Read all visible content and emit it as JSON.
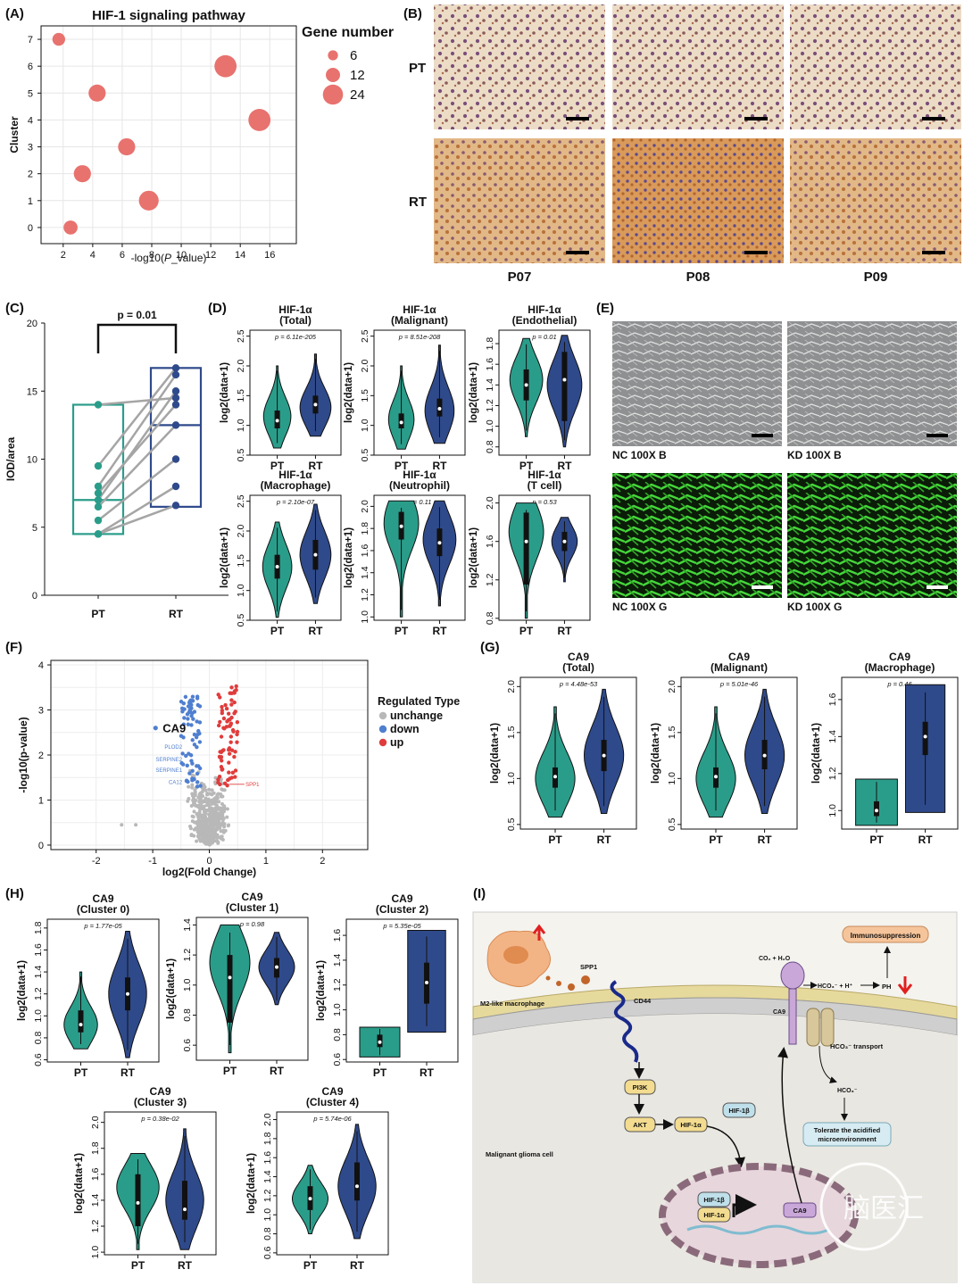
{
  "colors": {
    "pt": "#2a9d8a",
    "rt": "#2f4a8b",
    "bubble": "#e8726e",
    "down": "#4f7fcf",
    "up": "#e03c3c",
    "unchange": "#b8b8b8",
    "grid": "#e6e6e6"
  },
  "panels": {
    "A": {
      "label": "(A)",
      "chart_data": {
        "type": "scatter",
        "title": "HIF-1 signaling pathway",
        "xlabel_pre": "-log10(",
        "xlabel_italic": "P",
        "xlabel_post": "_value)",
        "ylabel": "Cluster",
        "xlim": [
          0.5,
          17.8
        ],
        "ylim": [
          -0.6,
          7.5
        ],
        "xticks": [
          2,
          4,
          6,
          8,
          10,
          12,
          14,
          16
        ],
        "yticks": [
          0,
          1,
          2,
          3,
          4,
          5,
          6,
          7
        ],
        "points": [
          {
            "x": 2.5,
            "y": 0,
            "size": 6
          },
          {
            "x": 7.8,
            "y": 1,
            "size": 12
          },
          {
            "x": 3.3,
            "y": 2,
            "size": 9
          },
          {
            "x": 6.3,
            "y": 3,
            "size": 9
          },
          {
            "x": 15.3,
            "y": 4,
            "size": 15
          },
          {
            "x": 4.3,
            "y": 5,
            "size": 9
          },
          {
            "x": 13.0,
            "y": 6,
            "size": 15
          },
          {
            "x": 1.7,
            "y": 7,
            "size": 5
          }
        ],
        "legend_title": "Gene number",
        "legend": [
          6,
          12,
          24
        ]
      }
    },
    "B": {
      "label": "(B)",
      "rows": [
        "PT",
        "RT"
      ],
      "cols": [
        "P07",
        "P08",
        "P09"
      ]
    },
    "C": {
      "label": "(C)",
      "chart_data": {
        "type": "box",
        "ylabel": "IOD/area",
        "categories": [
          "PT",
          "RT"
        ],
        "ylim": [
          0,
          20
        ],
        "yticks": [
          0,
          5,
          10,
          15,
          20
        ],
        "pvalue": "p = 0.01",
        "box": {
          "PT": [
            4.5,
            7.0,
            14.0
          ],
          "RT": [
            6.5,
            12.5,
            16.7
          ]
        },
        "pairs": [
          [
            4.5,
            8.0
          ],
          [
            4.5,
            6.6
          ],
          [
            5.5,
            10.0
          ],
          [
            6.5,
            12.5
          ],
          [
            7.0,
            15.0
          ],
          [
            7.5,
            14.0
          ],
          [
            8.0,
            16.2
          ],
          [
            9.5,
            16.7
          ],
          [
            14.0,
            14.5
          ]
        ]
      }
    },
    "D": {
      "label": "(D)",
      "ylabel": "log2(data+1)",
      "xcats": [
        "PT",
        "RT"
      ],
      "chart_data": [
        {
          "type": "violin",
          "title1": "HIF-1α",
          "title2": "(Total)",
          "p": "p = 6.11e-205",
          "ylim": [
            0.5,
            2.6
          ],
          "yticks": [
            0.5,
            1.0,
            1.5,
            2.0,
            2.5
          ],
          "pt": {
            "min": 0.62,
            "max": 2.0,
            "q1": 0.95,
            "med": 1.08,
            "q3": 1.25,
            "peak": 1.15,
            "w": 0.75
          },
          "rt": {
            "min": 0.82,
            "max": 2.2,
            "q1": 1.2,
            "med": 1.35,
            "q3": 1.5,
            "peak": 1.3,
            "w": 0.85
          }
        },
        {
          "type": "violin",
          "title1": "HIF-1α",
          "title2": "(Malignant)",
          "p": "p = 8.51e-208",
          "ylim": [
            0.5,
            2.6
          ],
          "yticks": [
            0.5,
            1.0,
            1.5,
            2.0,
            2.5
          ],
          "pt": {
            "min": 0.6,
            "max": 2.0,
            "q1": 0.95,
            "med": 1.05,
            "q3": 1.2,
            "peak": 1.1,
            "w": 0.7
          },
          "rt": {
            "min": 0.7,
            "max": 2.35,
            "q1": 1.15,
            "med": 1.28,
            "q3": 1.45,
            "peak": 1.25,
            "w": 0.8
          }
        },
        {
          "type": "violin",
          "title1": "HIF-1α",
          "title2": "(Endothelial)",
          "p": "p = 0.01",
          "ylim": [
            0.72,
            1.93
          ],
          "yticks": [
            0.8,
            1.0,
            1.2,
            1.4,
            1.6,
            1.8
          ],
          "pt": {
            "min": 0.9,
            "max": 1.85,
            "q1": 1.25,
            "med": 1.4,
            "q3": 1.55,
            "peak": 1.45,
            "w": 0.9
          },
          "rt": {
            "min": 0.8,
            "max": 1.88,
            "q1": 1.05,
            "med": 1.45,
            "q3": 1.72,
            "peak": 1.4,
            "w": 0.95
          }
        },
        {
          "type": "violin",
          "title1": "HIF-1α",
          "title2": "(Macrophage)",
          "p": "p = 2.10e-07",
          "ylim": [
            0.5,
            2.6
          ],
          "yticks": [
            0.5,
            1.0,
            1.5,
            2.0,
            2.5
          ],
          "pt": {
            "min": 0.55,
            "max": 2.15,
            "q1": 1.2,
            "med": 1.4,
            "q3": 1.6,
            "peak": 1.4,
            "w": 0.8
          },
          "rt": {
            "min": 0.78,
            "max": 2.45,
            "q1": 1.35,
            "med": 1.6,
            "q3": 1.85,
            "peak": 1.6,
            "w": 0.85
          }
        },
        {
          "type": "violin",
          "title1": "HIF-1α",
          "title2": "(Neutrophil)",
          "p": "p = 0.11",
          "ylim": [
            0.97,
            2.1
          ],
          "yticks": [
            1.0,
            1.2,
            1.4,
            1.6,
            1.8,
            2.0
          ],
          "pt": {
            "min": 1.0,
            "max": 2.05,
            "q1": 1.7,
            "med": 1.82,
            "q3": 1.95,
            "peak": 1.85,
            "w": 0.95
          },
          "rt": {
            "min": 1.1,
            "max": 2.05,
            "q1": 1.55,
            "med": 1.67,
            "q3": 1.8,
            "peak": 1.7,
            "w": 0.9
          }
        },
        {
          "type": "violin",
          "title1": "HIF-1α",
          "title2": "(T cell)",
          "p": "p = 0.53",
          "ylim": [
            0.78,
            2.08
          ],
          "yticks": [
            0.8,
            1.2,
            1.6,
            2.0
          ],
          "pt": {
            "min": 0.8,
            "max": 2.0,
            "q1": 1.15,
            "med": 1.6,
            "q3": 1.9,
            "peak": 1.7,
            "w": 0.95
          },
          "rt": {
            "min": 1.18,
            "max": 1.85,
            "q1": 1.5,
            "med": 1.6,
            "q3": 1.7,
            "peak": 1.6,
            "w": 0.7
          }
        }
      ]
    },
    "E": {
      "label": "(E)",
      "captions": [
        "NC 100X B",
        "KD 100X B",
        "NC 100X G",
        "KD 100X G"
      ]
    },
    "F": {
      "label": "(F)",
      "chart_data": {
        "type": "scatter",
        "xlabel": "log2(Fold Change)",
        "ylabel": "-log10(p-value)",
        "xlim": [
          -2.8,
          2.8
        ],
        "ylim": [
          -0.1,
          4.1
        ],
        "xticks": [
          -2,
          -1,
          0,
          1,
          2
        ],
        "yticks": [
          0,
          1,
          2,
          3,
          4
        ],
        "highlight": "CA9",
        "gene_labels_left": [
          "CA9",
          "PLOD2",
          "SERPINE2",
          "SERPINE1",
          "CA12"
        ],
        "gene_labels_right": [
          "SPP1"
        ],
        "legend_title": "Regulated Type",
        "legend": [
          "unchange",
          "down",
          "up"
        ]
      }
    },
    "G": {
      "label": "(G)",
      "ylabel": "log2(data+1)",
      "xcats": [
        "PT",
        "RT"
      ],
      "chart_data": [
        {
          "type": "violin",
          "title1": "CA9",
          "title2": "(Total)",
          "p": "p = 4.48e-53",
          "ylim": [
            0.45,
            2.1
          ],
          "yticks": [
            0.5,
            1.0,
            1.5,
            2.0
          ],
          "pt": {
            "min": 0.58,
            "max": 1.78,
            "q1": 0.9,
            "med": 1.02,
            "q3": 1.12,
            "peak": 1.0,
            "w": 0.85
          },
          "rt": {
            "min": 0.62,
            "max": 1.97,
            "q1": 1.08,
            "med": 1.25,
            "q3": 1.42,
            "peak": 1.25,
            "w": 0.85
          }
        },
        {
          "type": "violin",
          "title1": "CA9",
          "title2": "(Malignant)",
          "p": "p = 5.01e-46",
          "ylim": [
            0.45,
            2.1
          ],
          "yticks": [
            0.5,
            1.0,
            1.5,
            2.0
          ],
          "pt": {
            "min": 0.58,
            "max": 1.78,
            "q1": 0.9,
            "med": 1.02,
            "q3": 1.12,
            "peak": 1.0,
            "w": 0.85
          },
          "rt": {
            "min": 0.62,
            "max": 1.97,
            "q1": 1.1,
            "med": 1.25,
            "q3": 1.42,
            "peak": 1.25,
            "w": 0.85
          }
        },
        {
          "type": "violin",
          "title1": "CA9",
          "title2": "(Macrophage)",
          "p": "p = 0.46",
          "ylim": [
            0.9,
            1.72
          ],
          "yticks": [
            1.0,
            1.2,
            1.4,
            1.6
          ],
          "box": true,
          "pt": {
            "min": 0.92,
            "max": 1.17,
            "q1": 0.97,
            "med": 1.0,
            "q3": 1.05,
            "peak": 1.0,
            "w": 0.9
          },
          "rt": {
            "min": 0.99,
            "max": 1.68,
            "q1": 1.3,
            "med": 1.4,
            "q3": 1.48,
            "peak": 1.45,
            "w": 0.85
          }
        }
      ]
    },
    "H": {
      "label": "(H)",
      "ylabel": "log2(data+1)",
      "xcats": [
        "PT",
        "RT"
      ],
      "chart_data": [
        {
          "type": "violin",
          "title1": "CA9",
          "title2": "(Cluster 0)",
          "p": "p = 1.77e-05",
          "ylim": [
            0.58,
            1.88
          ],
          "yticks": [
            0.6,
            0.8,
            1.0,
            1.2,
            1.4,
            1.6,
            1.8
          ],
          "pt": {
            "min": 0.7,
            "max": 1.4,
            "q1": 0.85,
            "med": 0.92,
            "q3": 1.05,
            "peak": 0.92,
            "w": 0.75
          },
          "rt": {
            "min": 0.62,
            "max": 1.77,
            "q1": 1.05,
            "med": 1.2,
            "q3": 1.35,
            "peak": 1.2,
            "w": 0.85
          }
        },
        {
          "type": "violin",
          "title1": "CA9",
          "title2": "(Cluster 1)",
          "p": "p = 0.98",
          "ylim": [
            0.5,
            1.45
          ],
          "yticks": [
            0.6,
            0.8,
            1.0,
            1.2,
            1.4
          ],
          "pt": {
            "min": 0.55,
            "max": 1.4,
            "q1": 0.75,
            "med": 1.05,
            "q3": 1.2,
            "peak": 1.15,
            "w": 0.9
          },
          "rt": {
            "min": 0.87,
            "max": 1.35,
            "q1": 1.05,
            "med": 1.12,
            "q3": 1.18,
            "peak": 1.12,
            "w": 0.8
          }
        },
        {
          "type": "violin",
          "title1": "CA9",
          "title2": "(Cluster 2)",
          "p": "p = 5.35e-05",
          "ylim": [
            0.58,
            1.73
          ],
          "yticks": [
            0.6,
            0.8,
            1.0,
            1.2,
            1.4,
            1.6
          ],
          "box": true,
          "pt": {
            "min": 0.62,
            "max": 0.86,
            "q1": 0.7,
            "med": 0.74,
            "q3": 0.8,
            "peak": 0.74,
            "w": 0.9
          },
          "rt": {
            "min": 0.82,
            "max": 1.64,
            "q1": 1.05,
            "med": 1.22,
            "q3": 1.38,
            "peak": 1.3,
            "w": 0.85
          }
        },
        {
          "type": "violin",
          "title1": "CA9",
          "title2": "(Cluster 3)",
          "p": "p = 0.38e-02",
          "ylim": [
            0.98,
            2.08
          ],
          "yticks": [
            1.0,
            1.2,
            1.4,
            1.6,
            1.8,
            2.0
          ],
          "pt": {
            "min": 1.02,
            "max": 1.76,
            "q1": 1.2,
            "med": 1.38,
            "q3": 1.6,
            "peak": 1.5,
            "w": 0.95
          },
          "rt": {
            "min": 1.02,
            "max": 1.95,
            "q1": 1.25,
            "med": 1.33,
            "q3": 1.55,
            "peak": 1.4,
            "w": 0.85
          }
        },
        {
          "type": "violin",
          "title1": "CA9",
          "title2": "(Cluster 4)",
          "p": "p = 5.74e-06",
          "ylim": [
            0.58,
            2.08
          ],
          "yticks": [
            0.6,
            0.8,
            1.0,
            1.2,
            1.4,
            1.6,
            1.8,
            2.0
          ],
          "pt": {
            "min": 0.8,
            "max": 1.52,
            "q1": 1.05,
            "med": 1.17,
            "q3": 1.3,
            "peak": 1.17,
            "w": 0.8
          },
          "rt": {
            "min": 0.75,
            "max": 1.95,
            "q1": 1.15,
            "med": 1.3,
            "q3": 1.55,
            "peak": 1.3,
            "w": 0.85
          }
        }
      ]
    },
    "I": {
      "label": "(I)",
      "texts": {
        "macrophage": "M2-like macrophage",
        "spp1": "SPP1",
        "cd44": "CD44",
        "pi3k": "PI3K",
        "akt": "AKT",
        "hif1a": "HIF-1α",
        "hif1b": "HIF-1β",
        "ca9": "CA9",
        "immuno": "Immunosuppression",
        "co2": "CO₂ + H₂O",
        "hco3h": "HCO₃⁻ + H⁺",
        "ph": "PH",
        "hco3t": "HCO₃⁻ transport",
        "hco3": "HCO₃⁻",
        "tolerate1": "Tolerate the acidified",
        "tolerate2": "microenvironment",
        "glioma": "Malignant glioma cell",
        "watermark": "脑医汇"
      }
    }
  }
}
